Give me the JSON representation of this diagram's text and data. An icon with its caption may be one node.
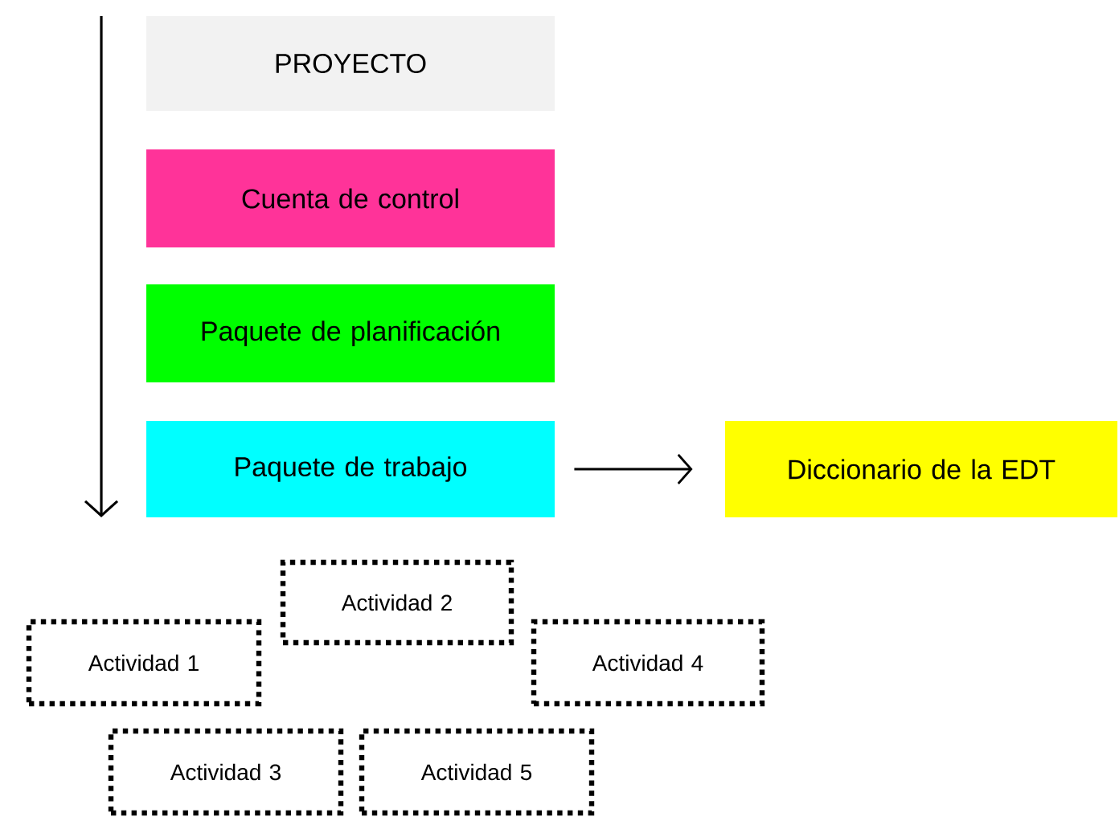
{
  "diagram": {
    "nodes": [
      {
        "text": [
          "PROYECTO"
        ]
      },
      {
        "text": [
          "Cuenta de control"
        ]
      },
      {
        "text": [
          "Paquete de planificación"
        ]
      },
      {
        "text": [
          "Paquete de trabajo"
        ]
      },
      {
        "text": [
          "Diccionario de la EDT"
        ]
      },
      {
        "text": [
          "Actividad 2"
        ]
      },
      {
        "text": [
          "Actividad 1"
        ]
      },
      {
        "text": [
          "Actividad 4"
        ]
      },
      {
        "text": [
          "Actividad 3"
        ]
      },
      {
        "text": [
          "Actividad 5"
        ]
      }
    ],
    "edges": [
      {
        "from": 3,
        "to": 4,
        "arrow": "to"
      }
    ]
  }
}
